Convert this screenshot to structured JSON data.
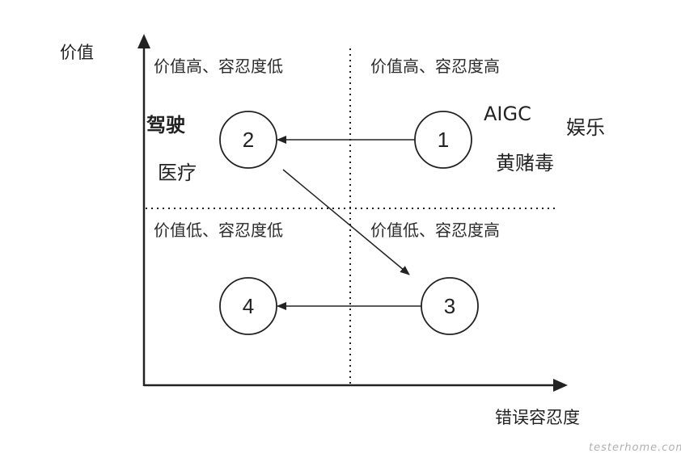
{
  "axes": {
    "y_label": "价值",
    "x_label": "错误容忍度"
  },
  "quadrants": {
    "top_left": "价值高、容忍度低",
    "top_right": "价值高、容忍度高",
    "bottom_left": "价值低、容忍度低",
    "bottom_right": "价值低、容忍度高"
  },
  "nodes": {
    "n1": "1",
    "n2": "2",
    "n3": "3",
    "n4": "4"
  },
  "examples": {
    "aigc": "AIGC",
    "entertainment": "娱乐",
    "adult_gambling_drugs": "黄赌毒",
    "driving": "驾驶",
    "medical": "医疗"
  },
  "flow": [
    {
      "from": "1",
      "to": "2"
    },
    {
      "from": "2",
      "to": "3"
    },
    {
      "from": "3",
      "to": "4"
    }
  ],
  "watermark": "testerhome.com",
  "colors": {
    "line": "#222222",
    "text": "#2a2a2a",
    "watermark": "#b0b0b0"
  }
}
